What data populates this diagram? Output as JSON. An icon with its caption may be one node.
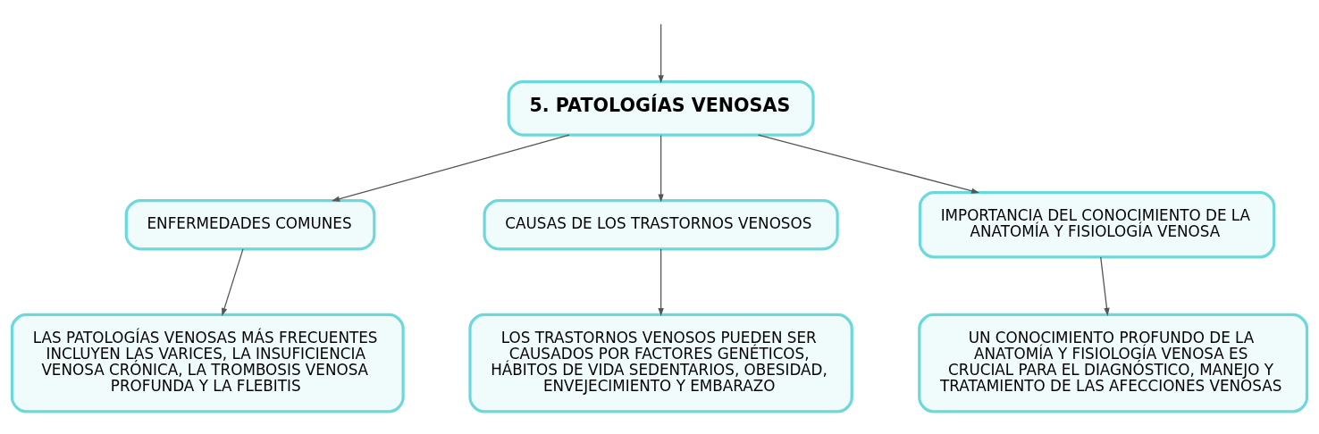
{
  "diagram": {
    "nodes": [
      {
        "text": [
          "5. PATOLOGÍAS VENOSAS"
        ]
      },
      {
        "text": [
          "ENFERMEDADES COMUNES"
        ]
      },
      {
        "text": [
          "CAUSAS DE LOS TRASTORNOS VENOSOS"
        ]
      },
      {
        "text": [
          "IMPORTANCIA DEL CONOCIMIENTO DE LA ANATOMÍA Y FISIOLOGÍA VENOSA"
        ]
      },
      {
        "text": [
          "LAS PATOLOGÍAS VENOSAS MÁS FRECUENTES INCLUYEN LAS VARICES, LA INSUFICIENCIA VENOSA CRÓNICA, LA TROMBOSIS VENOSA PROFUNDA Y LA FLEBITIS"
        ]
      },
      {
        "text": [
          "LOS TRASTORNOS VENOSOS PUEDEN SER CAUSADOS POR FACTORES GENÉTICOS, HÁBITOS DE VIDA SEDENTARIOS, OBESIDAD, ENVEJECIMIENTO Y EMBARAZO"
        ]
      },
      {
        "text": [
          "UN CONOCIMIENTO PROFUNDO DE LA ANATOMÍA Y FISIOLOGÍA VENOSA ES CRUCIAL PARA EL DIAGNÓSTICO, MANEJO Y TRATAMIENTO DE LAS AFECCIONES VENOSAS"
        ]
      }
    ],
    "edges": [
      {
        "from": null,
        "to": 0,
        "arrow": "to"
      },
      {
        "from": 0,
        "to": 1,
        "arrow": "to"
      },
      {
        "from": 0,
        "to": 2,
        "arrow": "to"
      },
      {
        "from": 0,
        "to": 3,
        "arrow": "to"
      },
      {
        "from": 1,
        "to": 4,
        "arrow": "to"
      },
      {
        "from": 2,
        "to": 5,
        "arrow": "to"
      },
      {
        "from": 3,
        "to": 6,
        "arrow": "to"
      }
    ]
  }
}
